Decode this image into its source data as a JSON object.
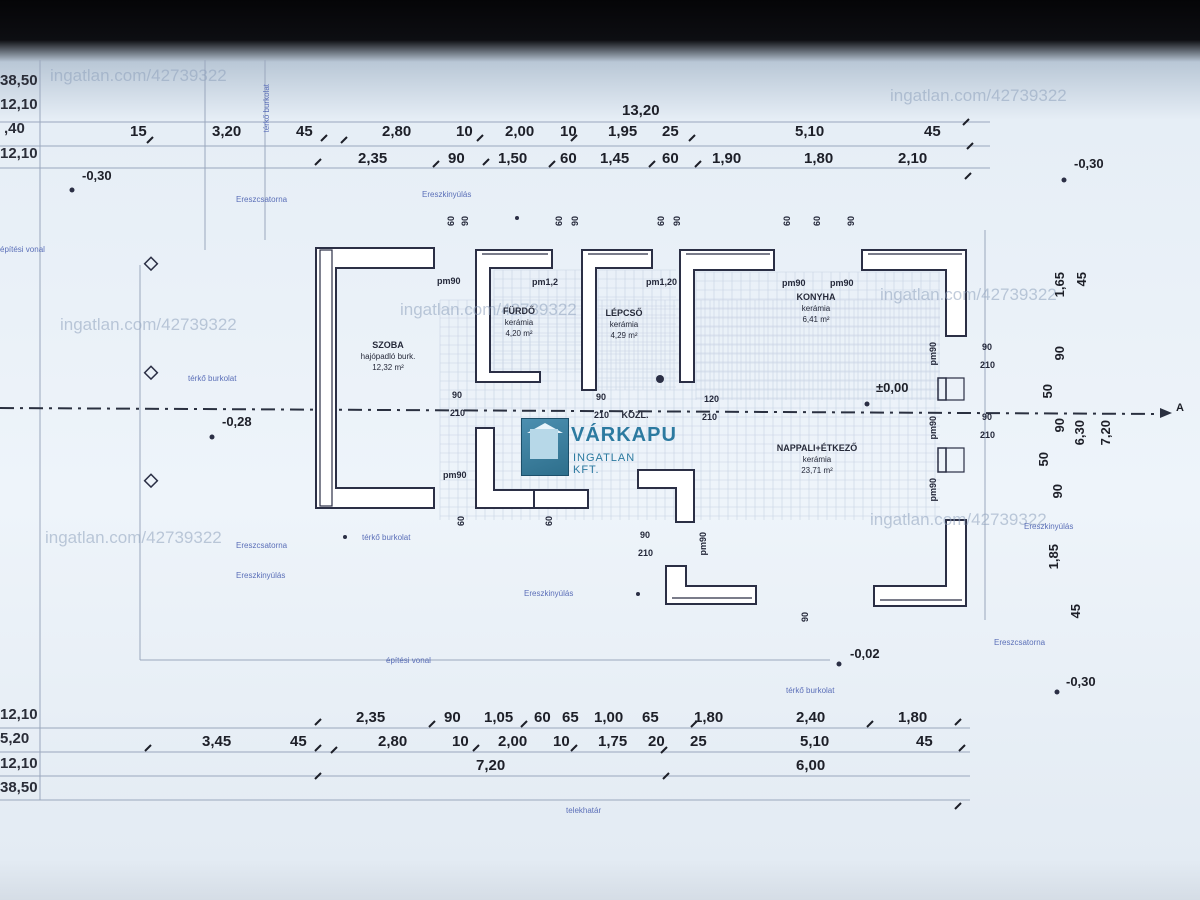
{
  "top_dims": {
    "left_col": [
      "38,50",
      "12,10",
      ",40",
      "12,10"
    ],
    "overall": "13,20",
    "row1": [
      "15",
      "3,20",
      "45",
      "2,80",
      "10",
      "2,00",
      "10",
      "1,95",
      "25",
      "5,10",
      "45"
    ],
    "row2": [
      "2,35",
      "90",
      "1,50",
      "60",
      "1,45",
      "60",
      "1,90",
      "1,80",
      "2,10"
    ]
  },
  "bottom_dims": {
    "left_col": [
      "12,10",
      "5,20",
      "12,10",
      "38,50"
    ],
    "row1": [
      "2,35",
      "90",
      "1,05",
      "60",
      "65",
      "1,00",
      "65",
      "1,80",
      "2,40",
      "1,80"
    ],
    "row2": [
      "3,45",
      "45",
      "2,80",
      "10",
      "2,00",
      "10",
      "1,75",
      "20",
      "25",
      "5,10",
      "45"
    ],
    "row3": [
      "7,20",
      "6,00"
    ]
  },
  "right_dims": [
    "1,65",
    "45",
    "90",
    "50",
    "90",
    "50",
    "6,30",
    "7,20",
    "90",
    "1,85",
    "45"
  ],
  "levels": [
    "-0,30",
    "-0,30",
    "-0,28",
    "±0,00",
    "-0,02",
    "-0,30"
  ],
  "rooms": {
    "szoba": {
      "name": "SZOBA",
      "finish": "hajópadló burk.",
      "area": "12,32 m²"
    },
    "furdo": {
      "name": "FÜRDŐ",
      "finish": "kerámia",
      "area": "4,20 m²"
    },
    "lepcso": {
      "name": "LÉPCSŐ",
      "finish": "kerámia",
      "area": "4,29 m²"
    },
    "konyha": {
      "name": "KONYHA",
      "finish": "kerámia",
      "area": "6,41 m²"
    },
    "kozl": {
      "name": "KÖZL.",
      "finish": "",
      "area": ""
    },
    "nappali": {
      "name": "NAPPALI+ÉTKEZŐ",
      "finish": "kerámia",
      "area": "23,71 m²"
    }
  },
  "door_labels": [
    "90",
    "210",
    "90",
    "210",
    "120",
    "210",
    "90",
    "210",
    "90",
    "210",
    "90",
    "210"
  ],
  "parapet_labels": [
    "pm90",
    "pm1,2",
    "pm1,20",
    "pm90",
    "pm90",
    "pm90",
    "pm90",
    "pm90",
    "pm90",
    "pm90"
  ],
  "window_labels": [
    "60",
    "90",
    "60",
    "90",
    "60",
    "90",
    "60",
    "60",
    "90",
    "60",
    "60",
    "90"
  ],
  "annotations": {
    "ereszcsatorna": "Ereszcsatorna",
    "ereszkinyulas": "Ereszkinyúlás",
    "terko_burkolat": "térkő burkolat",
    "telekhatar": "telekhatár",
    "epitesi_vonal": "építési vonal",
    "section_mark": "A",
    "vert_label": "térkő burkolat"
  },
  "watermark": "ingatlan.com/42739322",
  "brand": {
    "name": "VÁRKAPU",
    "sub": "INGATLAN KFT."
  },
  "colors": {
    "wall": "#2b2f45",
    "grid": "#b4c2d8",
    "axis": "#2a3040",
    "ink": "#1d1f28"
  }
}
